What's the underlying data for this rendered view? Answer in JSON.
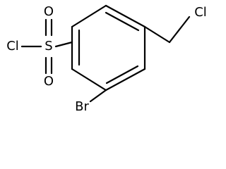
{
  "molecule": {
    "atoms": {
      "chlorine_sulfonyl": "Cl",
      "sulfur": "S",
      "oxygen_top": "O",
      "oxygen_bottom": "O",
      "bromine": "Br",
      "chlorine_methyl": "Cl"
    },
    "colors": {
      "bond": "#000000",
      "label": "#000000",
      "background": "#ffffff"
    }
  }
}
